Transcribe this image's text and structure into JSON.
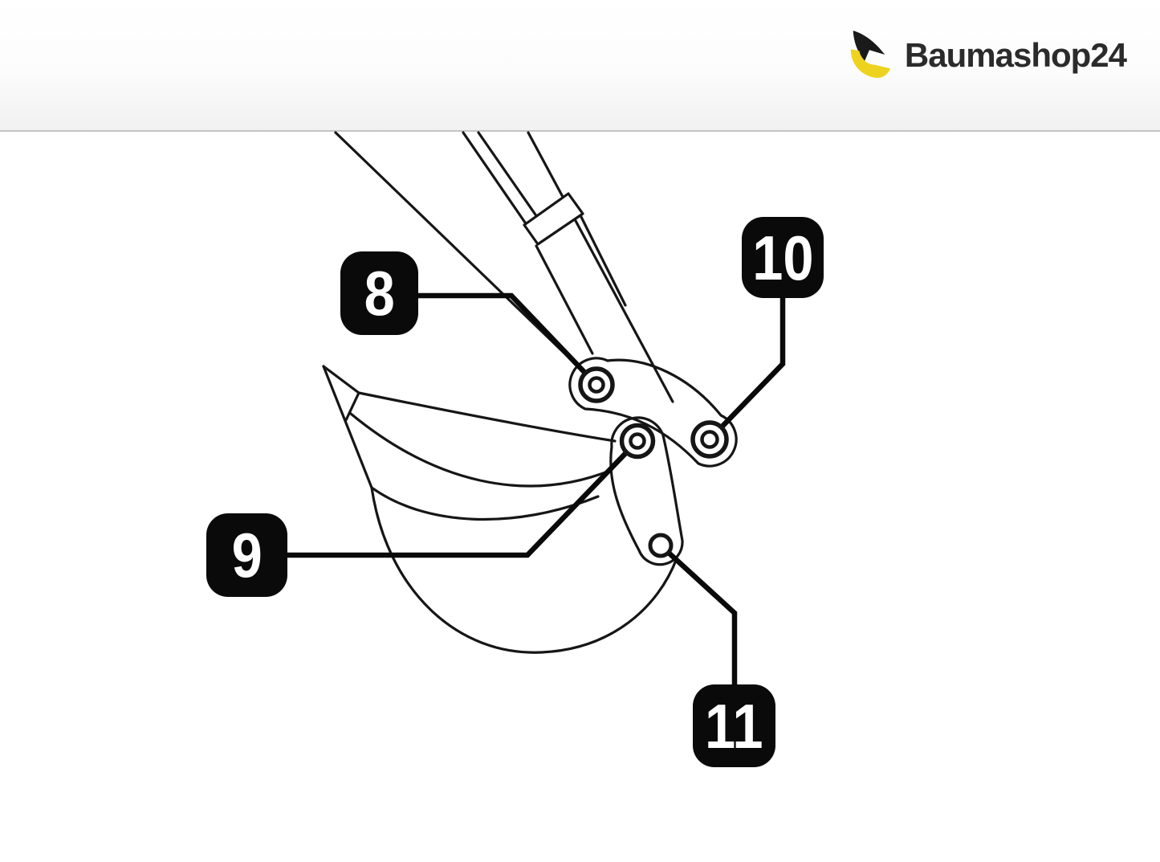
{
  "header": {
    "logo": {
      "text": "Baumashop24",
      "colors": {
        "black": "#1a1a1a",
        "yellow": "#edd31d"
      }
    }
  },
  "diagram": {
    "line_color": "#161616",
    "callout_bg": "#0a0a0a",
    "callouts": [
      {
        "label": "8"
      },
      {
        "label": "9"
      },
      {
        "label": "10"
      },
      {
        "label": "11"
      }
    ]
  }
}
